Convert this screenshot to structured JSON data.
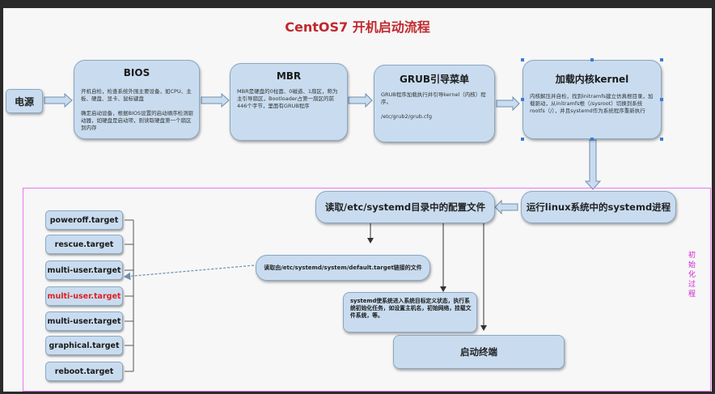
{
  "title": "CentOS7 开机启动流程",
  "colors": {
    "title": "#c0282d",
    "box_fill": "#c9dcef",
    "box_border": "#8aa7c4",
    "init_region": "#ee77ee",
    "side_label": "#cc22cc",
    "highlight": "#e02020"
  },
  "power": {
    "label": "电源"
  },
  "bios": {
    "title": "BIOS",
    "text": "开机自检，检查系统外围主要设备，如CPU、主板、硬盘、显卡、鼠标键盘\n\n确定启动设备，根据BIOS设置的启动顺序检测驱动器，如硬盘是启动项，则读取硬盘第一个扇区到内存"
  },
  "mbr": {
    "title": "MBR",
    "text": "MBR是硬盘的0柱面、0磁道、1扇区，称为主引导扇区，Bootloader占第一扇区的前446个字节，里面有GRUB程序"
  },
  "grub": {
    "title": "GRUB引导菜单",
    "text": "GRUB程序加载执行并引导kernel（内核）程序。\n\n/etc/grub2/grub.cfg"
  },
  "kernel": {
    "title": "加载内核kernel",
    "text": "内核解压并自检，找到initramfs建立仿真根目录，加载驱动，从initramfs根（/sysroot）切换到系统rootfs（/），并且systemd作为系统程序重新执行"
  },
  "systemd_run": {
    "label": "运行linux系统中的systemd进程"
  },
  "read_config": {
    "label": "读取/etc/systemd目录中的配置文件"
  },
  "default_target": {
    "label": "读取由/etc/systemd/system/default.target链接的文件"
  },
  "sysinit": {
    "text": "systemd使系统进入系统目标定义状态，执行系统初始化任务，如设置主机名，初始网络，挂载文件系统，等。"
  },
  "terminal": {
    "label": "启动终端"
  },
  "init_label": "初始化过程",
  "targets": [
    {
      "label": "poweroff.target",
      "highlight": false
    },
    {
      "label": "rescue.target",
      "highlight": false
    },
    {
      "label": "multi-user.target",
      "highlight": false
    },
    {
      "label": "multi-user.target",
      "highlight": true
    },
    {
      "label": "multi-user.target",
      "highlight": false
    },
    {
      "label": "graphical.target",
      "highlight": false
    },
    {
      "label": "reboot.target",
      "highlight": false
    }
  ]
}
